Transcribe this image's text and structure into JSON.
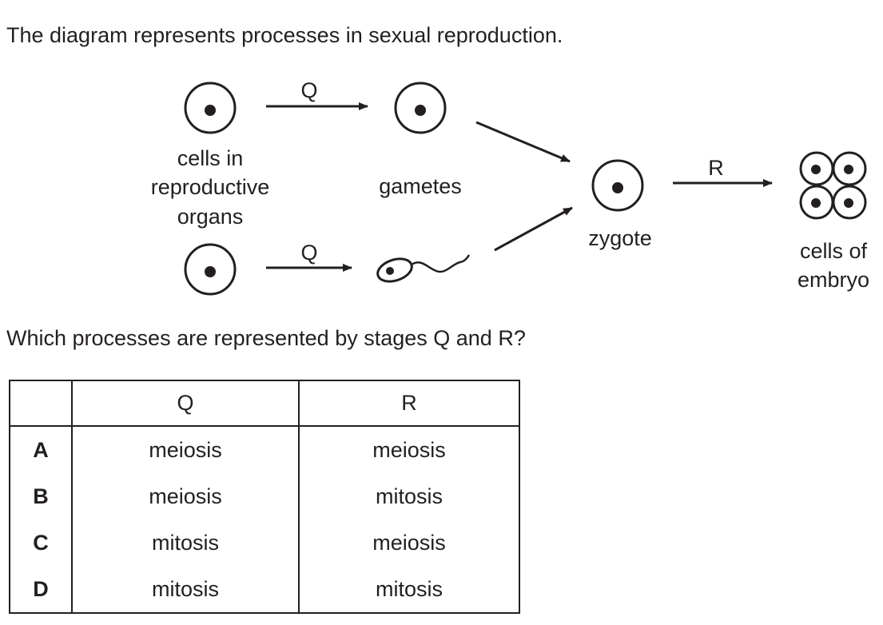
{
  "question": {
    "intro": "The diagram represents processes in sexual reproduction.",
    "prompt": "Which processes are represented by stages Q and R?"
  },
  "diagram": {
    "labels": {
      "cells_in_reproductive_organs": [
        "cells in",
        "reproductive",
        "organs"
      ],
      "gametes": "gametes",
      "zygote": "zygote",
      "cells_of_embryo": [
        "cells of",
        "embryo"
      ]
    },
    "arrow_labels": {
      "q_top": "Q",
      "q_bottom": "Q",
      "r": "R"
    }
  },
  "table": {
    "headers": [
      "",
      "Q",
      "R"
    ],
    "rows": [
      {
        "letter": "A",
        "q": "meiosis",
        "r": "meiosis"
      },
      {
        "letter": "B",
        "q": "meiosis",
        "r": "mitosis"
      },
      {
        "letter": "C",
        "q": "mitosis",
        "r": "meiosis"
      },
      {
        "letter": "D",
        "q": "mitosis",
        "r": "mitosis"
      }
    ]
  }
}
